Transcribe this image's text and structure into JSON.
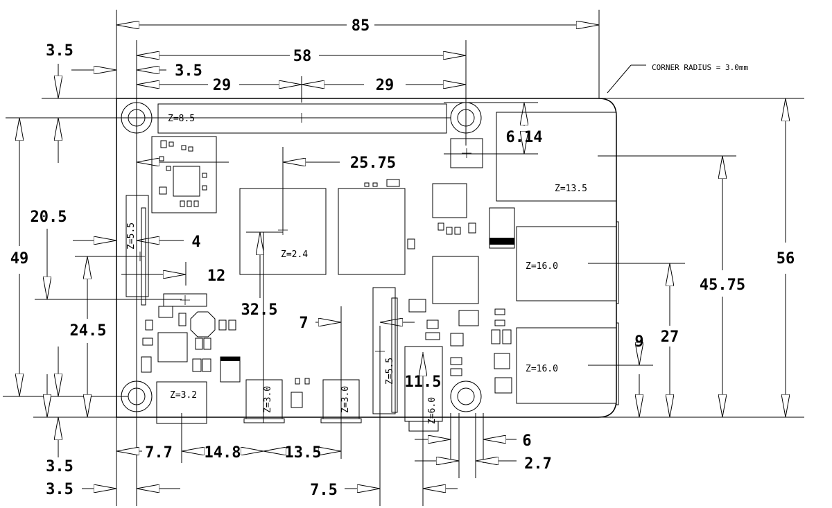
{
  "note": "CORNER RADIUS = 3.0mm",
  "dimensions": {
    "overall_width": "85",
    "hole_spacing_x": "58",
    "header_left_half": "29",
    "header_right_half": "29",
    "hole_offset_top": "3.5",
    "hole_offset_left_top": "3.5",
    "ethernet_offset": "6.14",
    "soc_center": "25.75",
    "dsi_offset": "4",
    "camera_offset": "12",
    "ram_center": "32.5",
    "audio_offset": "7",
    "hdmi_center": "11.5",
    "usb_bottom": "9",
    "usb_top": "27",
    "eth_center": "45.75",
    "overall_height": "56",
    "hole_spacing_y": "49",
    "left_mid_20_5": "20.5",
    "left_mid_24_5": "24.5",
    "bottom_3_5_a": "3.5",
    "bottom_3_5_b": "3.5",
    "usbc_offset": "7.7",
    "hdmi0_spacing": "14.8",
    "hdmi1_spacing": "13.5",
    "audio_jack": "7.5",
    "hole_bottom_6": "6",
    "hole_bottom_2_7": "2.7"
  },
  "z_labels": {
    "gpio": "Z=8.5",
    "ethernet": "Z=13.5",
    "usb_top": "Z=16.0",
    "usb_bottom": "Z=16.0",
    "soc": "Z=2.4",
    "usbc": "Z=3.2",
    "hdmi0": "Z=3.0",
    "hdmi1": "Z=3.0",
    "audio": "Z=6.0",
    "dsi": "Z=5.5",
    "csi": "Z=5.5"
  }
}
